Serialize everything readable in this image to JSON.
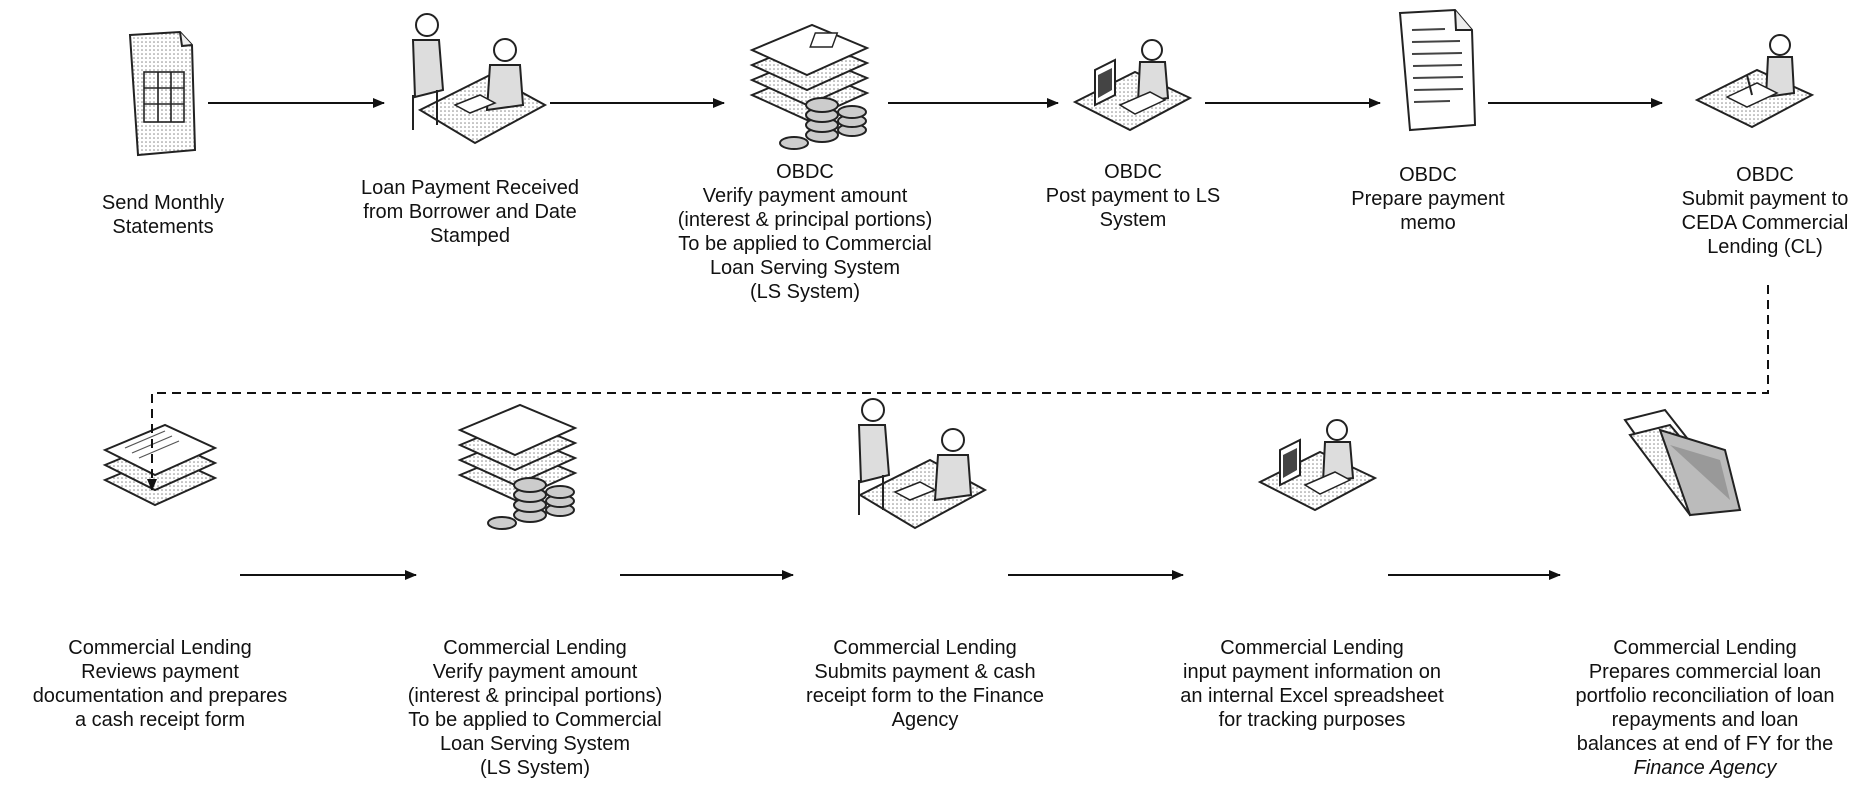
{
  "flow": {
    "row1": [
      {
        "icon": "spreadsheet-document-icon",
        "lines": [
          "Send Monthly",
          "Statements"
        ]
      },
      {
        "icon": "two-people-at-desk-icon",
        "lines": [
          "Loan Payment Received",
          "from Borrower and Date",
          "Stamped"
        ]
      },
      {
        "icon": "documents-and-coins-icon",
        "lines": [
          "OBDC",
          "Verify payment amount",
          "(interest & principal portions)",
          "To be applied to Commercial",
          "Loan Serving System",
          "(LS System)"
        ]
      },
      {
        "icon": "person-at-computer-icon",
        "lines": [
          "OBDC",
          "Post payment to LS",
          "System"
        ]
      },
      {
        "icon": "memo-document-icon",
        "lines": [
          "OBDC",
          "Prepare payment",
          "memo"
        ]
      },
      {
        "icon": "person-at-desk-icon",
        "lines": [
          "OBDC",
          "Submit payment to",
          "CEDA Commercial",
          "Lending (CL)"
        ]
      }
    ],
    "row2": [
      {
        "icon": "document-stack-icon",
        "lines": [
          "Commercial Lending",
          "Reviews payment",
          "documentation and prepares",
          "a cash receipt form"
        ]
      },
      {
        "icon": "documents-and-coins-icon",
        "lines": [
          "Commercial Lending",
          "Verify payment amount",
          "(interest & principal portions)",
          "To be applied to Commercial",
          "Loan Serving System",
          "(LS System)"
        ]
      },
      {
        "icon": "two-people-at-desk-icon",
        "lines": [
          "Commercial Lending",
          "Submits payment & cash",
          "receipt form to the Finance",
          "Agency"
        ]
      },
      {
        "icon": "person-at-computer-icon",
        "lines": [
          "Commercial Lending",
          "input payment information on",
          "an internal Excel spreadsheet",
          "for tracking purposes"
        ]
      },
      {
        "icon": "open-folder-icon",
        "lines": [
          "Commercial Lending",
          "Prepares commercial loan",
          "portfolio reconciliation of loan",
          "repayments and loan",
          "balances at end of FY for the",
          "Finance Agency"
        ]
      }
    ]
  }
}
